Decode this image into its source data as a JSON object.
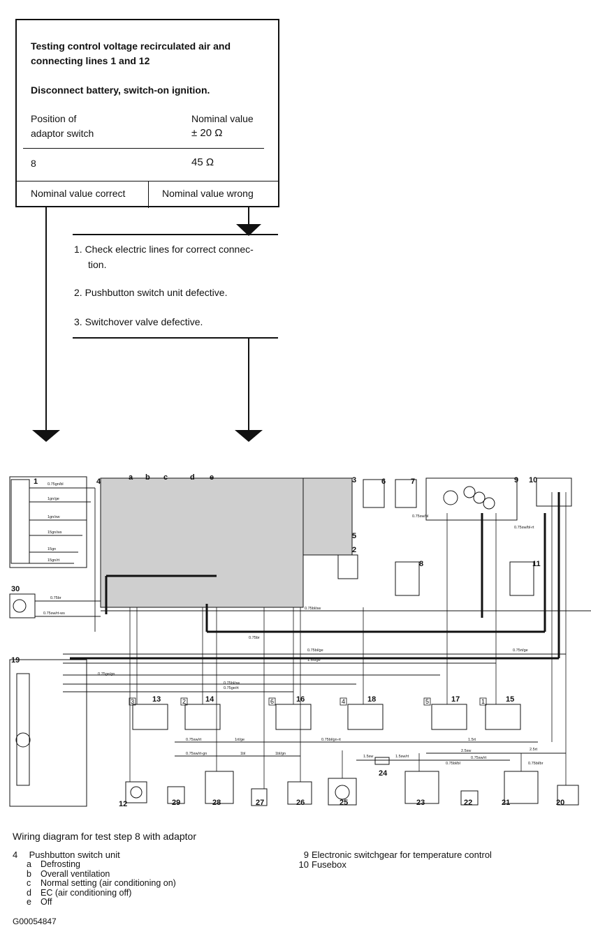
{
  "test_box": {
    "title_line1": "Testing control voltage recirculated air and",
    "title_line2": "connecting lines 1 and 12",
    "instruction": "Disconnect battery, switch-on ignition.",
    "col1_header_line1": "Position of",
    "col1_header_line2": "adaptor switch",
    "col2_header_line1": "Nominal value",
    "col2_header_line2": "± 20 Ω",
    "row_position": "8",
    "row_value": "45 Ω",
    "result_correct": "Nominal value correct",
    "result_wrong": "Nominal value wrong"
  },
  "checks": [
    {
      "line1": "1.  Check electric lines for correct connec-",
      "line2": "tion."
    },
    {
      "line1": "2.  Pushbutton switch unit defective.",
      "line2": ""
    },
    {
      "line1": "3.  Switchover valve defective.",
      "line2": ""
    }
  ],
  "diagram": {
    "caption": "Wiring diagram for test step 8 with adaptor",
    "switch_letters": [
      "a",
      "b",
      "c",
      "d",
      "e"
    ],
    "component_numbers": [
      "1",
      "2",
      "3",
      "4",
      "5",
      "6",
      "7",
      "8",
      "9",
      "10",
      "11",
      "12",
      "13",
      "14",
      "15",
      "16",
      "17",
      "18",
      "19",
      "20",
      "21",
      "22",
      "23",
      "24",
      "25",
      "26",
      "27",
      "28",
      "29",
      "30"
    ],
    "boxed_numbers": [
      "3",
      "2",
      "6",
      "4",
      "5",
      "1"
    ],
    "wire_labels": [
      "0.75gn/bl",
      "1gn/ge",
      "1gn/sw",
      "15gn/ws",
      "15gn",
      "15gn/rt",
      "0.75br",
      "0.75sw/rt-ws",
      "0.75bl/sw",
      "0.75sw/bl",
      "0.75sw/bl-rt",
      "0.75rt/ge",
      "0.75bl/ge",
      "1.5rt/ge",
      "0.75ge/gn",
      "0.75bl/sw",
      "0.75ge/rt",
      "0.75sw/rt",
      "1rt/ge",
      "0.75bl/gn-rt",
      "1.5rt",
      "2.5sw",
      "0.75sw/rt",
      "2.5rt",
      "0.75sw/rt-gn",
      "1bl",
      "1bl/gn",
      "1.5sw",
      "1.5sw/rt",
      "0.75bl/bl",
      "0.75bl/br",
      "0.75br"
    ]
  },
  "legend": {
    "left": [
      {
        "num": "4",
        "text": "Pushbutton switch unit"
      },
      {
        "num": "a",
        "text": "Defrosting"
      },
      {
        "num": "b",
        "text": "Overall ventilation"
      },
      {
        "num": "c",
        "text": "Normal setting (air conditioning on)"
      },
      {
        "num": "d",
        "text": "EC (air conditioning off)"
      },
      {
        "num": "e",
        "text": "Off"
      }
    ],
    "right": [
      {
        "num": "9",
        "text": "Electronic switchgear for temperature control"
      },
      {
        "num": "10",
        "text": "Fusebox"
      }
    ]
  },
  "figure_id": "G00054847"
}
